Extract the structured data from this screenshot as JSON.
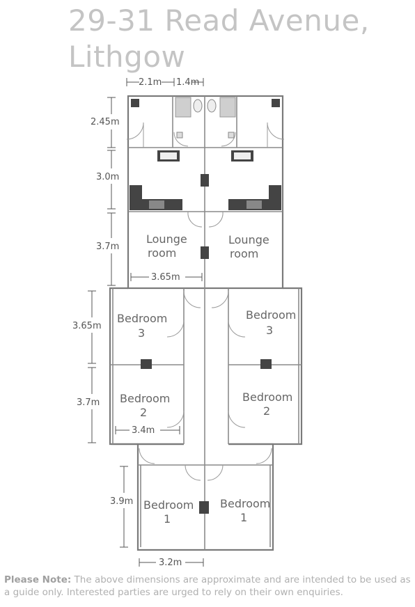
{
  "title": {
    "line1": "29-31 Read Avenue,",
    "line2": "Lithgow"
  },
  "dimensions": {
    "top_width_a": "2.1m",
    "top_width_b": "1.4m",
    "bathroom_depth": "2.45m",
    "kitchen_depth": "3.0m",
    "lounge_depth": "3.7m",
    "lounge_width": "3.65m",
    "bed3_depth": "3.65m",
    "bed2_depth": "3.7m",
    "bed2_width": "3.4m",
    "bed1_depth": "3.9m",
    "bed1_width": "3.2m"
  },
  "rooms": {
    "lounge_left": [
      "Lounge",
      "room"
    ],
    "lounge_right": [
      "Lounge",
      "room"
    ],
    "bed3_left": [
      "Bedroom",
      "3"
    ],
    "bed3_right": [
      "Bedroom",
      "3"
    ],
    "bed2_left": [
      "Bedroom",
      "2"
    ],
    "bed2_right": [
      "Bedroom",
      "2"
    ],
    "bed1_left": [
      "Bedroom",
      "1"
    ],
    "bed1_right": [
      "Bedroom",
      "1"
    ]
  },
  "note": {
    "label": "Please Note:",
    "text": " The above dimensions are approximate and are intended to be used as a guide only. Interested parties are urged to rely on their own enquiries."
  }
}
